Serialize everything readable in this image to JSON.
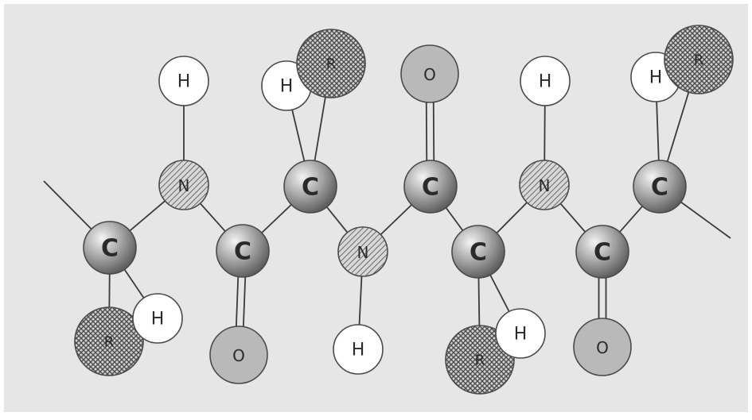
{
  "labels": {
    "carbon": "C",
    "nitrogen": "N",
    "hydrogen": "H",
    "oxygen": "O",
    "side_chain": "R"
  },
  "atoms": [
    {
      "id": "c1",
      "element": "carbon"
    },
    {
      "id": "n1",
      "element": "nitrogen"
    },
    {
      "id": "c2",
      "element": "carbon"
    },
    {
      "id": "c3",
      "element": "carbon"
    },
    {
      "id": "n2",
      "element": "nitrogen"
    },
    {
      "id": "c4",
      "element": "carbon"
    },
    {
      "id": "c5",
      "element": "carbon"
    },
    {
      "id": "n3",
      "element": "nitrogen"
    },
    {
      "id": "c6",
      "element": "carbon"
    },
    {
      "id": "c7",
      "element": "carbon"
    },
    {
      "id": "h-n1",
      "element": "hydrogen"
    },
    {
      "id": "h-c3",
      "element": "hydrogen"
    },
    {
      "id": "r-c3",
      "element": "side_chain"
    },
    {
      "id": "o-c5",
      "element": "oxygen"
    },
    {
      "id": "h-n3",
      "element": "hydrogen"
    },
    {
      "id": "h-c7",
      "element": "hydrogen"
    },
    {
      "id": "r-c7",
      "element": "side_chain"
    },
    {
      "id": "r-c1",
      "element": "side_chain"
    },
    {
      "id": "h-c1",
      "element": "hydrogen"
    },
    {
      "id": "o-c2",
      "element": "oxygen"
    },
    {
      "id": "h-n2",
      "element": "hydrogen"
    },
    {
      "id": "r-c4",
      "element": "side_chain"
    },
    {
      "id": "h-c4",
      "element": "hydrogen"
    },
    {
      "id": "o-c6",
      "element": "oxygen"
    }
  ],
  "bonds": [
    {
      "from": "c1",
      "to": "n1",
      "order": 1
    },
    {
      "from": "n1",
      "to": "c2",
      "order": 1
    },
    {
      "from": "c2",
      "to": "c3",
      "order": 1
    },
    {
      "from": "c3",
      "to": "n2",
      "order": 1
    },
    {
      "from": "n2",
      "to": "c5",
      "order": 1
    },
    {
      "from": "c5",
      "to": "c4",
      "order": 1
    },
    {
      "from": "c4",
      "to": "n3",
      "order": 1
    },
    {
      "from": "n3",
      "to": "c6",
      "order": 1
    },
    {
      "from": "c6",
      "to": "c7",
      "order": 1
    },
    {
      "from": "n1",
      "to": "h-n1",
      "order": 1
    },
    {
      "from": "c3",
      "to": "h-c3",
      "order": 1
    },
    {
      "from": "c3",
      "to": "r-c3",
      "order": 1
    },
    {
      "from": "c5",
      "to": "o-c5",
      "order": 2
    },
    {
      "from": "n3",
      "to": "h-n3",
      "order": 1
    },
    {
      "from": "c7",
      "to": "h-c7",
      "order": 1
    },
    {
      "from": "c7",
      "to": "r-c7",
      "order": 1
    },
    {
      "from": "c1",
      "to": "r-c1",
      "order": 1
    },
    {
      "from": "c1",
      "to": "h-c1",
      "order": 1
    },
    {
      "from": "c2",
      "to": "o-c2",
      "order": 2
    },
    {
      "from": "n2",
      "to": "h-n2",
      "order": 1
    },
    {
      "from": "c4",
      "to": "r-c4",
      "order": 1
    },
    {
      "from": "c4",
      "to": "h-c4",
      "order": 1
    },
    {
      "from": "c6",
      "to": "o-c6",
      "order": 2
    }
  ],
  "colors": {
    "background": "#e6e6e6",
    "bond": "#3a3a3a",
    "carbon_light": "#f4f4f4",
    "carbon_dark": "#5f5f5f",
    "nitrogen_fill": "#d8d8d8",
    "nitrogen_hatch": "#6a6a6a",
    "hydrogen_fill": "#ffffff",
    "oxygen_fill": "#b9b9b9",
    "side_chain_fill": "#d2d2d2",
    "side_chain_hatch": "#4e4e4e",
    "outline": "#4a4a4a",
    "label": "#2a2a2a"
  }
}
